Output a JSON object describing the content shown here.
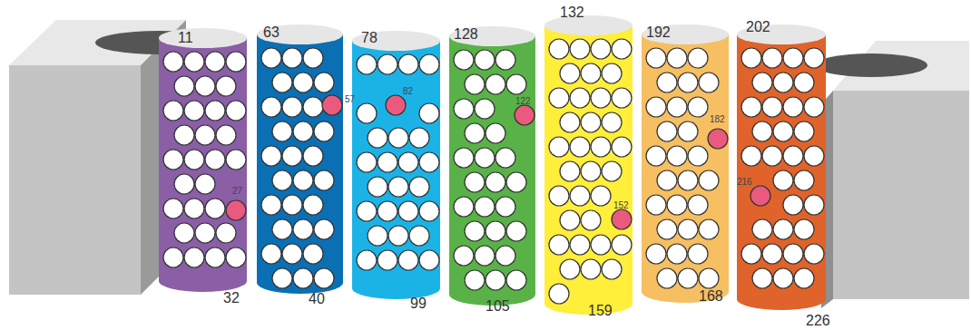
{
  "diagram": {
    "labels": [
      "11",
      "63",
      "78",
      "128",
      "132",
      "192",
      "202",
      "32",
      "40",
      "99",
      "105",
      "159",
      "168",
      "226",
      "27",
      "57",
      "82",
      "122",
      "152",
      "182",
      "216"
    ]
  }
}
